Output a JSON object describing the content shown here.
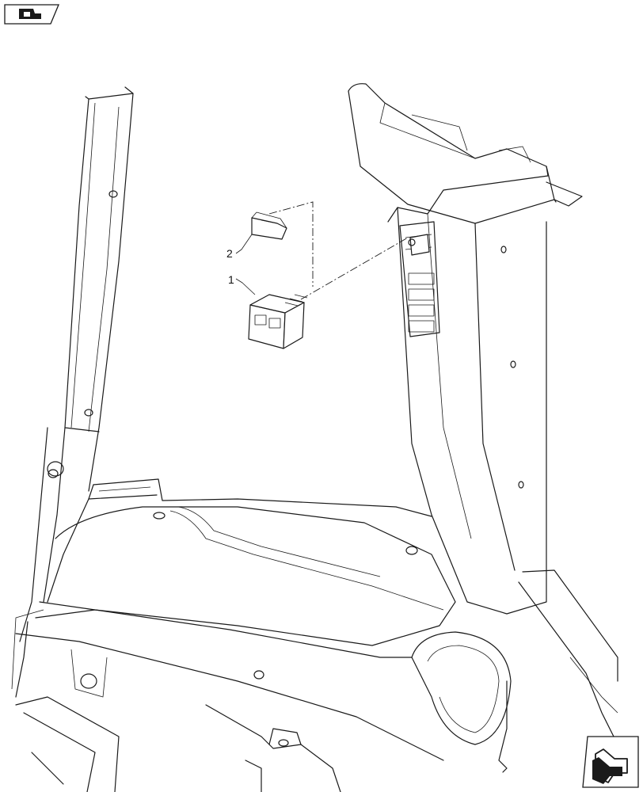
{
  "callouts": [
    {
      "id": "part-1",
      "label": "1"
    },
    {
      "id": "part-2",
      "label": "2"
    }
  ],
  "icons": {
    "top_left": "vehicle-model-icon",
    "bottom_right": "view-direction-arrow-icon"
  },
  "colors": {
    "line": "#1a1a1a",
    "background": "#ffffff",
    "part_fill": "#d9d9d9"
  }
}
